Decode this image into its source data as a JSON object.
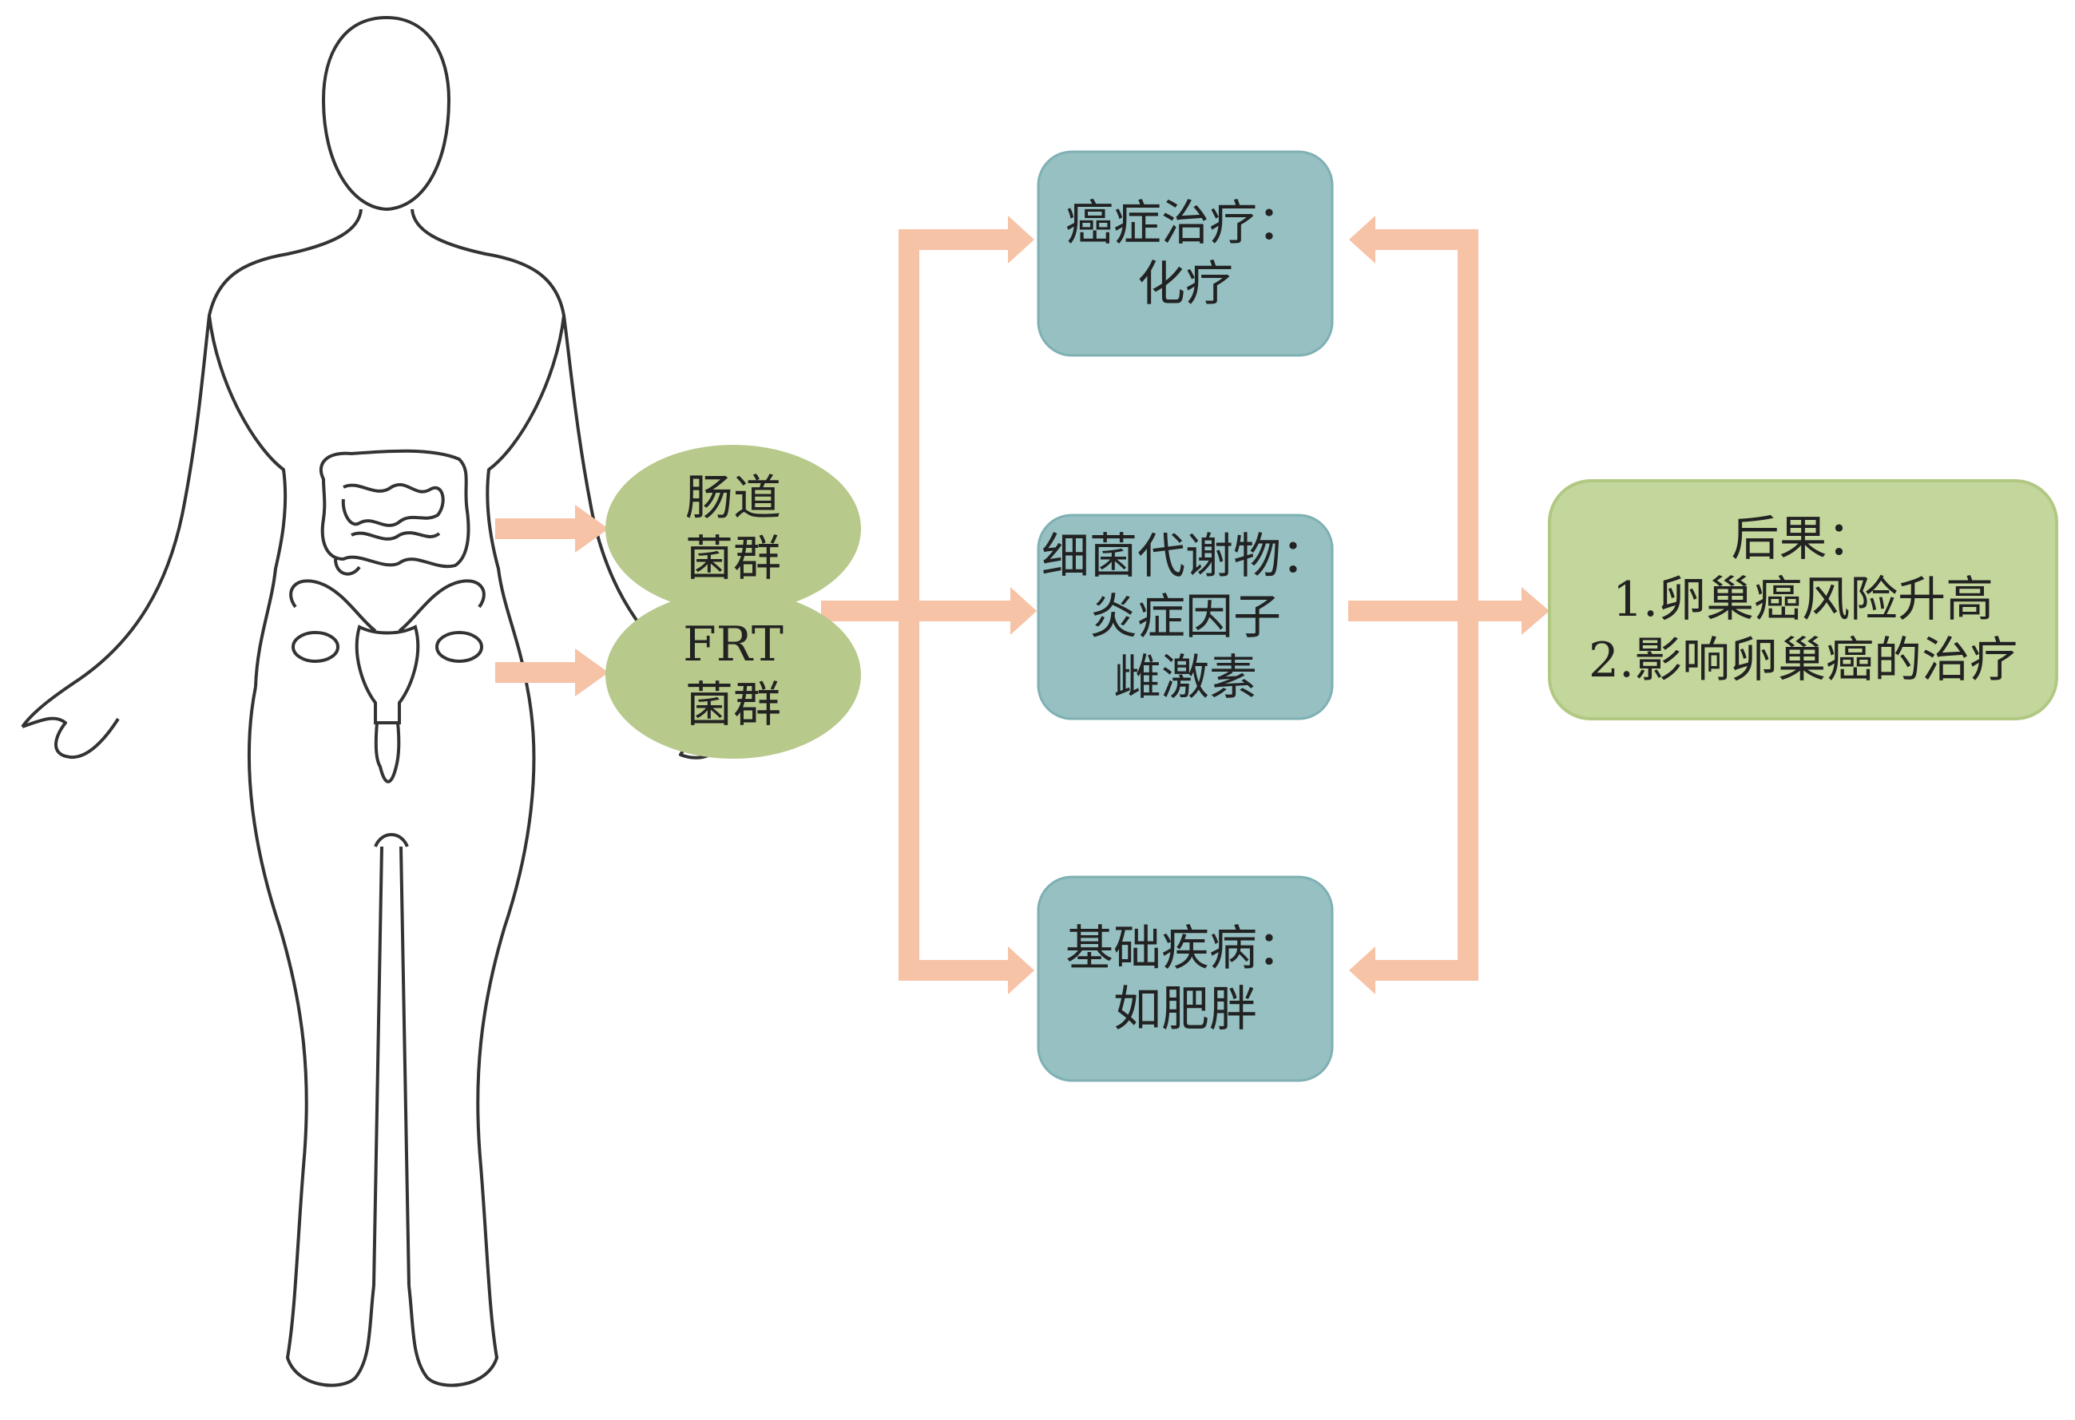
{
  "colors": {
    "arrow": "#f7c3a7",
    "teal_box": "#96c0c2",
    "teal_border": "#7fb0b3",
    "green_oval": "#b7c98b",
    "green_box": "#c3d69b",
    "outline": "#333333"
  },
  "sources": {
    "gut": {
      "line1": "肠道",
      "line2": "菌群"
    },
    "frt": {
      "line1": "FRT",
      "line2": "菌群"
    }
  },
  "factors": {
    "cancer_treatment": {
      "line1": "癌症治疗：",
      "line2": "化疗"
    },
    "metabolites": {
      "line1": "细菌代谢物：",
      "line2": "炎症因子",
      "line3": "雌激素"
    },
    "underlying_disease": {
      "line1": "基础疾病：",
      "line2": "如肥胖"
    }
  },
  "outcome": {
    "line1": "后果：",
    "line2": "1.卵巢癌风险升高",
    "line3": "2.影响卵巢癌的治疗"
  },
  "icons": [
    "female-body-outline",
    "intestine-icon",
    "uterus-icon"
  ]
}
